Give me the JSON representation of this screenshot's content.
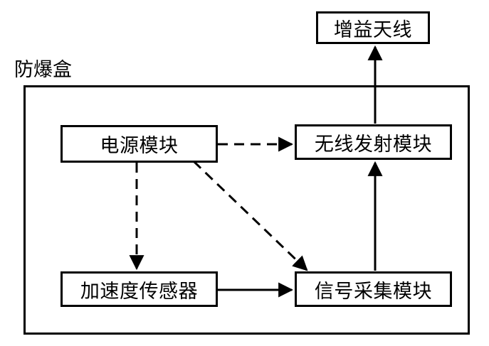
{
  "diagram": {
    "title_label": "防爆盒",
    "nodes": [
      {
        "id": "antenna",
        "label": "增益天线",
        "name": "node-gain-antenna"
      },
      {
        "id": "power",
        "label": "电源模块",
        "name": "node-power-module"
      },
      {
        "id": "wireless",
        "label": "无线发射模块",
        "name": "node-wireless-transmitter-module"
      },
      {
        "id": "sensor",
        "label": "加速度传感器",
        "name": "node-acceleration-sensor"
      },
      {
        "id": "signal",
        "label": "信号采集模块",
        "name": "node-signal-acquisition-module"
      }
    ],
    "container": {
      "label": "防爆盒",
      "name": "explosion-proof-box-container"
    },
    "edges": [
      {
        "id": "power-to-wireless",
        "from": "power",
        "to": "wireless",
        "style": "dashed",
        "direction": "right",
        "label": ""
      },
      {
        "id": "power-to-sensor",
        "from": "power",
        "to": "sensor",
        "style": "dashed",
        "direction": "down",
        "label": ""
      },
      {
        "id": "power-to-signal",
        "from": "power",
        "to": "signal",
        "style": "dashed",
        "direction": "diagonal-down-right",
        "label": ""
      },
      {
        "id": "sensor-to-signal",
        "from": "sensor",
        "to": "signal",
        "style": "solid",
        "direction": "right",
        "label": ""
      },
      {
        "id": "signal-to-wireless",
        "from": "signal",
        "to": "wireless",
        "style": "solid",
        "direction": "up",
        "label": ""
      },
      {
        "id": "wireless-to-antenna",
        "from": "wireless",
        "to": "antenna",
        "style": "solid",
        "direction": "up",
        "label": ""
      }
    ],
    "colors": {
      "stroke": "#000000",
      "background": "#ffffff",
      "text": "#000000"
    }
  }
}
